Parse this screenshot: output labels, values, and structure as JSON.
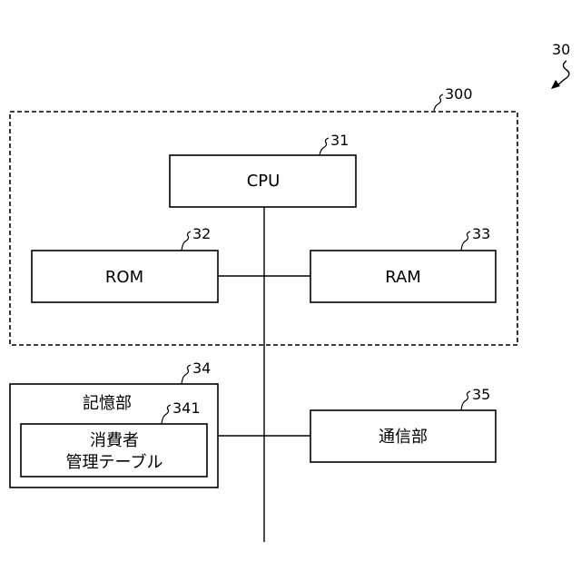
{
  "figure": {
    "ref": "30",
    "group": {
      "ref": "300"
    },
    "cpu": {
      "label": "CPU",
      "ref": "31"
    },
    "rom": {
      "label": "ROM",
      "ref": "32"
    },
    "ram": {
      "label": "RAM",
      "ref": "33"
    },
    "storage": {
      "label": "記憶部",
      "ref": "34",
      "table": {
        "line1": "消費者",
        "line2": "管理テーブル",
        "ref": "341"
      }
    },
    "comm": {
      "label": "通信部",
      "ref": "35"
    }
  }
}
